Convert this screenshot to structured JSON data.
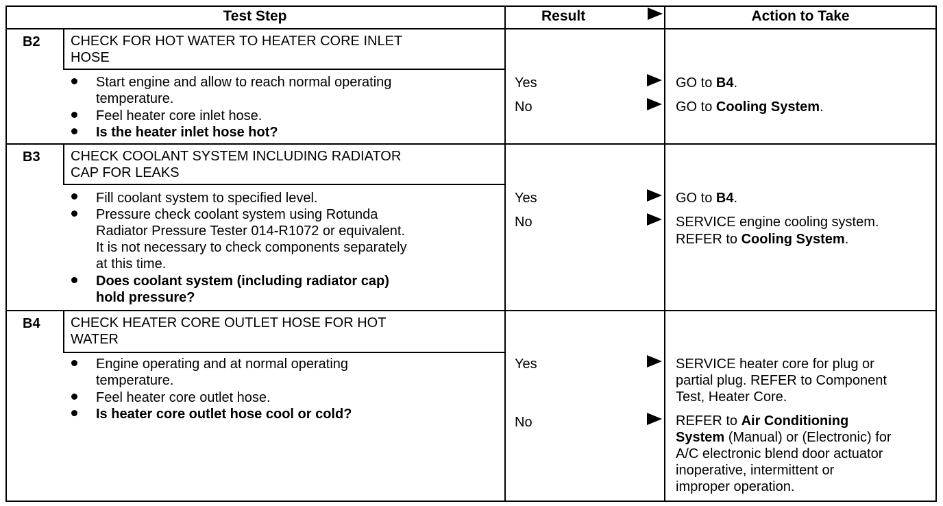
{
  "header": {
    "test_step": "Test Step",
    "result": "Result",
    "action": "Action to Take"
  },
  "steps": [
    {
      "id": "B2",
      "title_lines": [
        "CHECK FOR HOT WATER TO HEATER CORE INLET",
        "HOSE"
      ],
      "bullets": [
        {
          "lines": [
            "Start engine and allow to reach normal operating",
            "temperature."
          ],
          "bold": false
        },
        {
          "lines": [
            "Feel heater core inlet hose."
          ],
          "bold": false
        },
        {
          "lines": [
            "Is the heater inlet hose hot?"
          ],
          "bold": true
        }
      ],
      "results": [
        {
          "label": "Yes",
          "action_lines": [
            [
              "GO to ",
              "B4",
              "."
            ]
          ]
        },
        {
          "label": "No",
          "action_lines": [
            [
              "GO to ",
              "Cooling  System",
              "."
            ]
          ]
        }
      ]
    },
    {
      "id": "B3",
      "title_lines": [
        "CHECK COOLANT SYSTEM INCLUDING RADIATOR",
        "CAP FOR LEAKS"
      ],
      "bullets": [
        {
          "lines": [
            "Fill coolant system to specified level."
          ],
          "bold": false
        },
        {
          "lines": [
            "Pressure check coolant system using Rotunda",
            "Radiator Pressure Tester 014-R1072 or equivalent.",
            "It is not necessary to check components separately",
            "at this time."
          ],
          "bold": false
        },
        {
          "lines": [
            "Does coolant system (including radiator cap)",
            "hold pressure?"
          ],
          "bold": true
        }
      ],
      "results": [
        {
          "label": "Yes",
          "action_lines": [
            [
              "GO to ",
              "B4",
              "."
            ]
          ]
        },
        {
          "label": "No",
          "action_lines": [
            [
              "SERVICE engine cooling system.",
              "",
              ""
            ],
            [
              "REFER to ",
              "Cooling  System",
              "."
            ]
          ]
        }
      ]
    },
    {
      "id": "B4",
      "title_lines": [
        "CHECK HEATER CORE OUTLET HOSE FOR HOT",
        "WATER"
      ],
      "bullets": [
        {
          "lines": [
            "Engine operating and at normal operating",
            "temperature."
          ],
          "bold": false
        },
        {
          "lines": [
            "Feel heater core outlet hose."
          ],
          "bold": false
        },
        {
          "lines": [
            "Is heater core outlet hose cool or cold?"
          ],
          "bold": true
        }
      ],
      "results": [
        {
          "label": "Yes",
          "action_lines": [
            [
              "SERVICE heater core for plug or",
              "",
              ""
            ],
            [
              "partial plug. REFER to Component",
              "",
              ""
            ],
            [
              "Test, Heater Core.",
              "",
              ""
            ]
          ]
        },
        {
          "label": "No",
          "action_lines": [
            [
              "REFER to ",
              "Air Conditioning",
              ""
            ],
            [
              "System",
              "",
              " (Manual) or (Electronic) for"
            ],
            [
              "A/C electronic blend door actuator",
              "",
              ""
            ],
            [
              "inoperative, intermittent or",
              "",
              ""
            ],
            [
              "improper operation.",
              "",
              ""
            ]
          ]
        }
      ]
    }
  ]
}
